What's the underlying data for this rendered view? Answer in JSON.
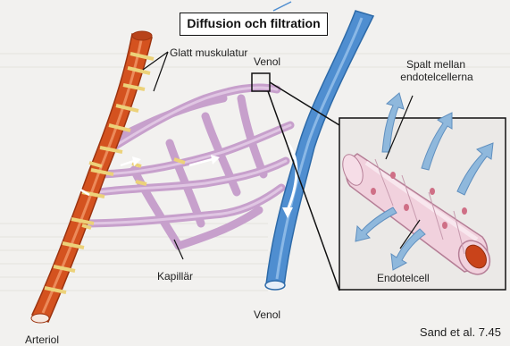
{
  "title": "Diffusion och filtration",
  "labels": {
    "smooth_muscle": "Glatt muskulatur",
    "venule_top": "Venol",
    "gap_between_cells_line1": "Spalt mellan",
    "gap_between_cells_line2": "endotelcellerna",
    "capillary": "Kapillär",
    "venule_bottom": "Venol",
    "endothelial_cell": "Endotelcell",
    "arteriole": "Arteriol"
  },
  "credit": "Sand et al. 7.45",
  "colors": {
    "arteriole": "#d4521f",
    "venule": "#4f8ed0",
    "capillary": "#c7a0cc",
    "smooth_muscle": "#ecd27a",
    "arrow": "#8fb8dc",
    "page": "#f2f1ef"
  }
}
